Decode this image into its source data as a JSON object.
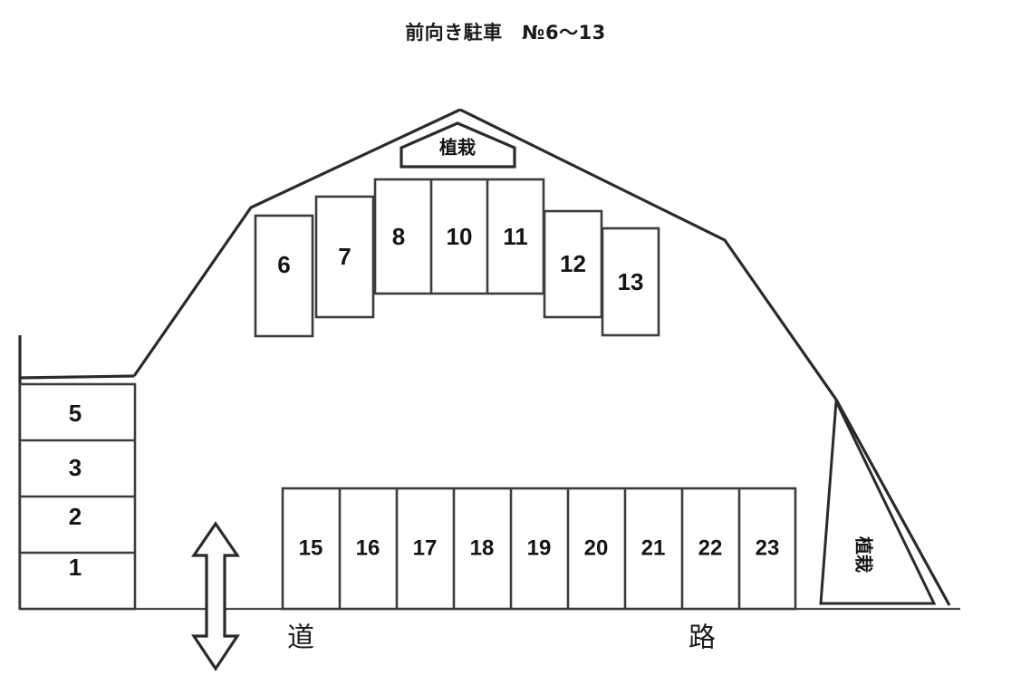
{
  "title": "前向き駐車　№6〜13",
  "labels": {
    "planting_top": "植栽",
    "planting_right": "植栽",
    "road_left": "道",
    "road_right": "路"
  },
  "icons": {
    "two_way_arrow": "two-way-arrow-icon"
  },
  "stalls": {
    "left_column": [
      {
        "number": "5"
      },
      {
        "number": "3"
      },
      {
        "number": "2"
      },
      {
        "number": "1"
      }
    ],
    "upper_row": [
      {
        "number": "6"
      },
      {
        "number": "7"
      },
      {
        "number": "8"
      },
      {
        "number": "10"
      },
      {
        "number": "11"
      },
      {
        "number": "12"
      },
      {
        "number": "13"
      }
    ],
    "bottom_row": [
      {
        "number": "15"
      },
      {
        "number": "16"
      },
      {
        "number": "17"
      },
      {
        "number": "18"
      },
      {
        "number": "19"
      },
      {
        "number": "20"
      },
      {
        "number": "21"
      },
      {
        "number": "22"
      },
      {
        "number": "23"
      }
    ]
  },
  "colors": {
    "line": "#2a2a2a",
    "stall_stroke": "#3c3c3c",
    "text": "#141414",
    "background": "#ffffff"
  }
}
